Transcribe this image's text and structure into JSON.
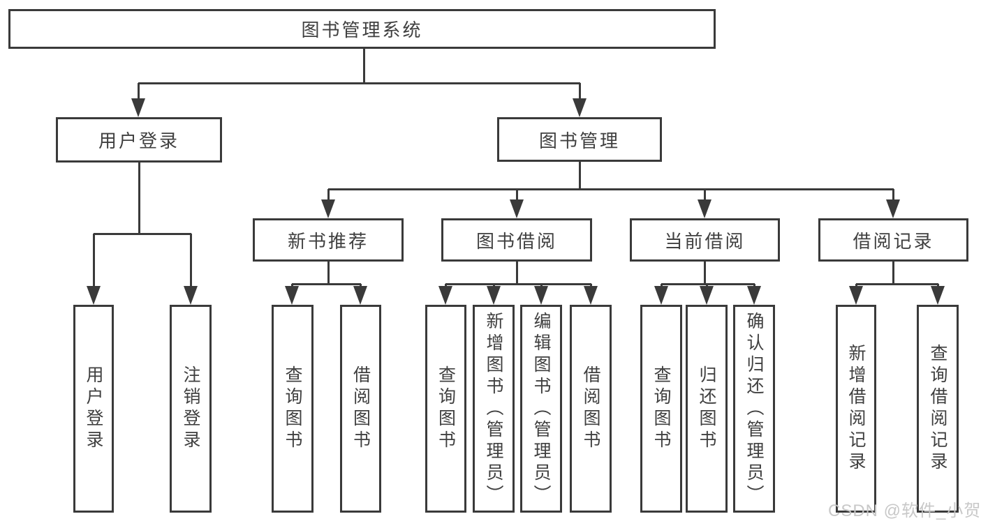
{
  "diagram_title": "图书管理系统",
  "nodes": {
    "root": "图书管理系统",
    "level2": [
      "用户登录",
      "图书管理"
    ],
    "level3": [
      "新书推荐",
      "图书借阅",
      "当前借阅",
      "借阅记录"
    ],
    "level4": [
      "用户登录",
      "注销登录",
      "查询图书",
      "借阅图书",
      "查询图书",
      "新增图书（管理员）",
      "编辑图书（管理员）",
      "借阅图书",
      "查询图书",
      "归还图书",
      "确认归还（管理员）",
      "新增借阅记录",
      "查询借阅记录"
    ]
  },
  "hierarchy": [
    {
      "parent": "图书管理系统",
      "children": [
        "用户登录",
        "图书管理"
      ]
    },
    {
      "parent": "用户登录",
      "children": [
        "用户登录",
        "注销登录"
      ]
    },
    {
      "parent": "图书管理",
      "children": [
        "新书推荐",
        "图书借阅",
        "当前借阅",
        "借阅记录"
      ]
    },
    {
      "parent": "新书推荐",
      "children": [
        "查询图书",
        "借阅图书"
      ]
    },
    {
      "parent": "图书借阅",
      "children": [
        "查询图书",
        "新增图书（管理员）",
        "编辑图书（管理员）",
        "借阅图书"
      ]
    },
    {
      "parent": "当前借阅",
      "children": [
        "查询图书",
        "归还图书",
        "确认归还（管理员）"
      ]
    },
    {
      "parent": "借阅记录",
      "children": [
        "新增借阅记录",
        "查询借阅记录"
      ]
    }
  ],
  "watermark": "CSDN @软件_小贺同学",
  "colors": {
    "line": "#3a3a3a",
    "text": "#3f3f3f",
    "box_background": "#ffffff",
    "page_background": "#ffffff",
    "watermark": "#c5c5c5"
  }
}
